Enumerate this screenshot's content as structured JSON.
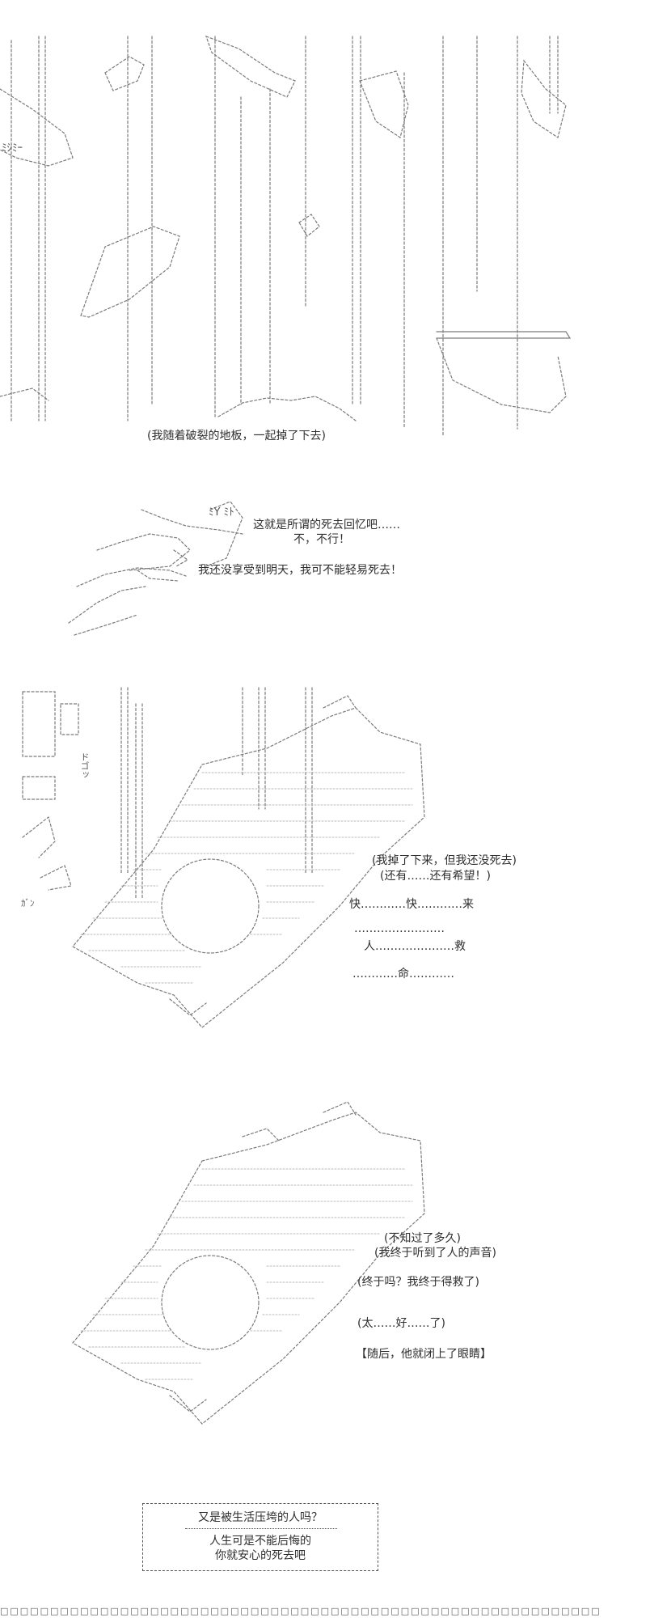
{
  "panel1": {
    "caption": "(我随着破裂的地板，一起掉了下去)",
    "sfx_left": "ﾐｼﾐｰ"
  },
  "panel2": {
    "thought_1": "这就是所谓的死去回忆吧……",
    "thought_2": "不，不行！",
    "thought_3": "我还没享受到明天，我可不能轻易死去！",
    "sfx_above": "ﾐY ﾐﾄ"
  },
  "panel3": {
    "sfx_vertical": "ドゴッ",
    "sfx_small": "ｶﾞﾝ",
    "thought_1": "(我掉了下来，但我还没死去)",
    "thought_2": "(还有……还有希望！)",
    "call_1": "快…………快…………来",
    "dots_1": "……………………",
    "call_2": "人…………………救",
    "call_3": "…………命…………"
  },
  "panel4": {
    "line_1": "(不知过了多久)",
    "line_2": "(我终于听到了人的声音)",
    "line_3": "(终于吗？我终于得救了)",
    "line_4": "(太……好……了)",
    "line_5": "【随后，他就闭上了眼睛】"
  },
  "box": {
    "line_1": "又是被生活压垮的人吗？",
    "line_2": "人生可是不能后悔的",
    "line_3": "你就安心的死去吧"
  },
  "footer": {
    "placeholder_row": "□□□□□□□□□□□□□□□□□□□□□□□□□□□□□□□□□□□□□□□□□□□□□□□□□□□□□□□□□□□□"
  }
}
